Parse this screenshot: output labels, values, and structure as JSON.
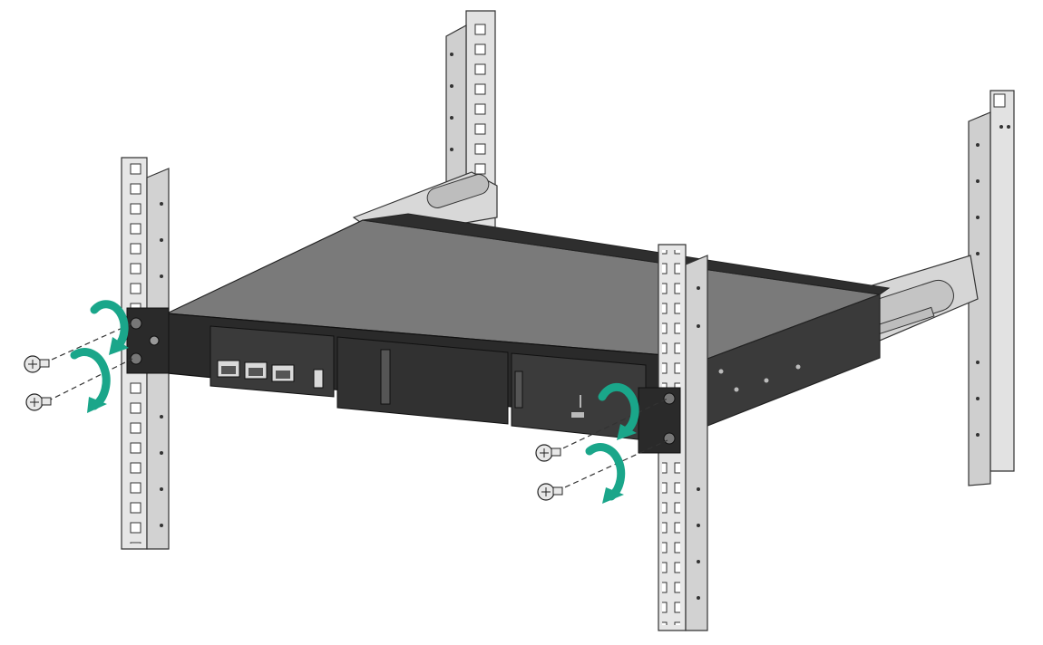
{
  "illustration": {
    "subject": "rack-mount-installation",
    "device_front_label": "",
    "colors": {
      "rail": "#dcdcdc",
      "rail_edge": "#3a3a3a",
      "chassis_top": "#777777",
      "chassis_front": "#2b2b2b",
      "chassis_side": "#3b3b3b",
      "arrow": "#1aa68a",
      "screw": "#e8e8e8"
    },
    "screws": 4,
    "rotation_arrows": 4,
    "rack_posts": 4
  }
}
